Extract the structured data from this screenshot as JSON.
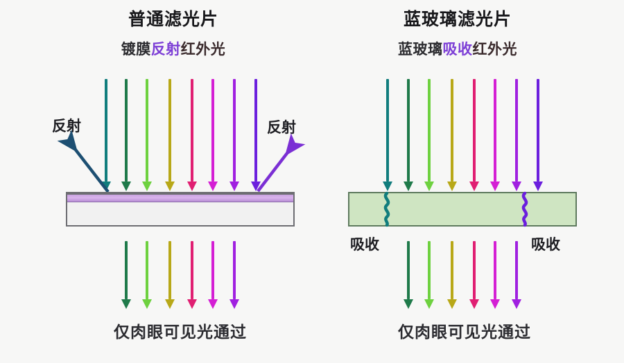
{
  "background_color": "#f7f7f6",
  "panels": [
    {
      "id": "plain-filter",
      "title": "普通滤光片",
      "subtitle_parts": {
        "before": "镀膜",
        "highlight": "反射",
        "after": "红外光"
      },
      "caption": "仅肉眼可见光通过",
      "reflect_label_left": "反射",
      "reflect_label_right": "反射",
      "plate_type": "coated-clear-glass",
      "plate_body_color": "#f1f1f1",
      "plate_coating_color": "#d0a8e6",
      "plate_border_color": "#6d6d72"
    },
    {
      "id": "blue-glass-filter",
      "title": "蓝玻璃滤光片",
      "subtitle_parts": {
        "before": "蓝玻璃",
        "highlight": "吸收",
        "after": "红外光"
      },
      "caption": "仅肉眼可见光通过",
      "absorb_label_left": "吸收",
      "absorb_label_right": "吸收",
      "plate_type": "blue-glass",
      "plate_body_color": "#cfe5c2",
      "plate_border_color": "#5e7a5e"
    }
  ],
  "beam_colors": {
    "teal": "#117d7d",
    "dark_green": "#1f7a4a",
    "light_green": "#6ed13f",
    "olive": "#b8a818",
    "pink": "#e01f72",
    "magenta": "#d41fd4",
    "purple": "#a020e0",
    "violet": "#6b1fdd",
    "reflect_left": "#1d4f72",
    "reflect_right": "#7b2fd4"
  },
  "incoming_beams": [
    {
      "name": "teal",
      "color": "#117d7d"
    },
    {
      "name": "dark_green",
      "color": "#1f7a4a"
    },
    {
      "name": "light_green",
      "color": "#6ed13f"
    },
    {
      "name": "olive",
      "color": "#b8a818"
    },
    {
      "name": "pink",
      "color": "#e01f72"
    },
    {
      "name": "magenta",
      "color": "#d41fd4"
    },
    {
      "name": "purple",
      "color": "#a020e0"
    },
    {
      "name": "violet",
      "color": "#6b1fdd"
    }
  ],
  "outgoing_beams": [
    {
      "name": "dark_green",
      "color": "#1f7a4a"
    },
    {
      "name": "light_green",
      "color": "#6ed13f"
    },
    {
      "name": "olive",
      "color": "#b8a818"
    },
    {
      "name": "pink",
      "color": "#e01f72"
    },
    {
      "name": "magenta",
      "color": "#d41fd4"
    },
    {
      "name": "purple",
      "color": "#a020e0"
    }
  ],
  "absorbed_squiggles": [
    {
      "name": "teal",
      "color": "#117d7d"
    },
    {
      "name": "violet",
      "color": "#6b1fdd"
    }
  ]
}
